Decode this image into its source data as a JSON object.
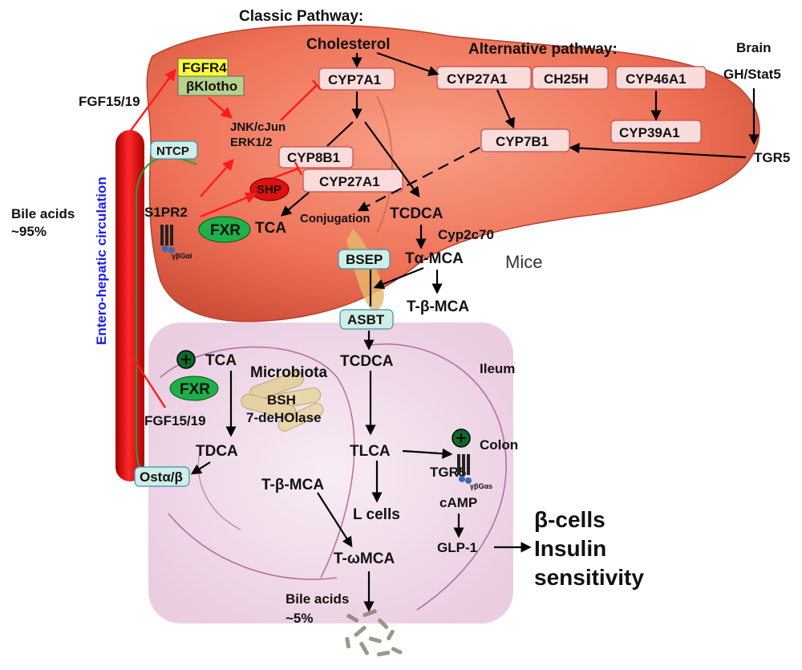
{
  "colors": {
    "liver": "#f07a60",
    "liver_dark": "#c84a34",
    "ileum": "#eed6e8",
    "ileum_line": "#9b3a86",
    "box_fill": "#fbdcdc",
    "box_stroke": "#c0504d",
    "fxr": "#1fb04a",
    "shp": "#e01010",
    "vessel": "#e81010",
    "transporter": "#cfeee6",
    "fgfr4": "#ffff33",
    "klotho": "#b7d18a",
    "inhibit": "#ff1a1a",
    "circulation_label": "#1e1ee6"
  },
  "labels": {
    "classic_pathway": "Classic Pathway:",
    "cholesterol": "Cholesterol",
    "alternative_pathway": "Alternative  pathway:",
    "brain": "Brain",
    "gh_stat5": "GH/Stat5",
    "tgr5_liver": "TGR5",
    "fgfr4": "FGFR4",
    "bklotho": "βKlotho",
    "fgf_top": "FGF15/19",
    "jnk": "JNK/cJun",
    "erk": "ERK1/2",
    "ntcp": "NTCP",
    "s1pr2": "S1PR2",
    "gai": "γβGαi",
    "shp": "SHP",
    "fxr_liver": "FXR",
    "tca_liver": "TCA",
    "conjugation": "Conjugation",
    "tcdca_liver": "TCDCA",
    "cyp2c70": "Cyp2c70",
    "ta_mca": "Tα-MCA",
    "mice": "Mice",
    "bsep": "BSEP",
    "t_b_mca_liver": "T-β-MCA",
    "asbt": "ASBT",
    "bile_acids_95": "Bile acids",
    "pct_95": "~95%",
    "circulation": "Entero-hepatic circulation",
    "tca_ileum": "TCA",
    "fxr_ileum": "FXR",
    "microbiota": "Microbiota",
    "bsh": "BSH",
    "deholase": "7-deHOlase",
    "fgf_bottom": "FGF15/19",
    "tdca": "TDCA",
    "ost": "Ostα/β",
    "tcdca_ileum": "TCDCA",
    "ileum": "Ileum",
    "tlca": "TLCA",
    "colon": "Colon",
    "tgr5_ileum": "TGR5",
    "gas": "γβGαs",
    "t_b_mca_ileum": "T-β-MCA",
    "l_cells": "L cells",
    "camp": "cAMP",
    "glp1": "GLP-1",
    "t_w_mca": "T-ωMCA",
    "bile_acids_5": "Bile acids",
    "pct_5": "~5%",
    "b_cells": "β-cells",
    "insulin": "Insulin",
    "sensitivity": "sensitivity"
  },
  "enzymes": {
    "cyp7a1": "CYP7A1",
    "cyp27a1_alt": "CYP27A1",
    "ch25h": "CH25H",
    "cyp46a1": "CYP46A1",
    "cyp7b1": "CYP7B1",
    "cyp39a1": "CYP39A1",
    "cyp8b1": "CYP8B1",
    "cyp27a1_classic": "CYP27A1"
  }
}
